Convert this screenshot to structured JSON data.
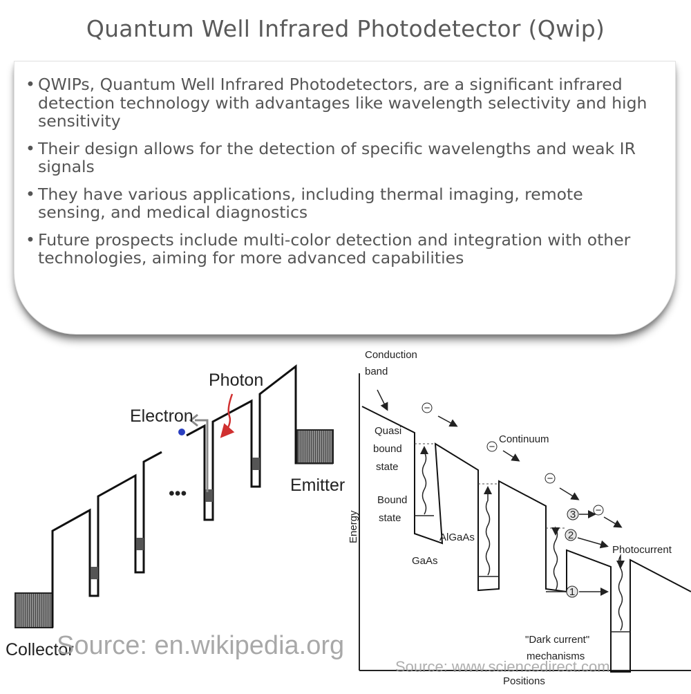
{
  "title": "Quantum Well Infrared Photodetector (Qwip)",
  "bullets": [
    "QWIPs, Quantum Well Infrared Photodetectors, are a significant infrared detection technology with advantages like wavelength selectivity and high sensitivity",
    "Their design allows for the detection of specific wavelengths and weak IR signals",
    "They have various applications, including thermal imaging, remote sensing, and medical diagnostics",
    "Future prospects include multi-color detection and integration with other technologies, aiming for more advanced capabilities"
  ],
  "left_diagram": {
    "photon": "Photon",
    "electron": "Electron",
    "emitter": "Emitter",
    "collector": "Collector",
    "ellipsis": "•••",
    "source": "Source: en.wikipedia.org"
  },
  "right_diagram": {
    "conduction_1": "Conduction",
    "conduction_2": "band",
    "quasi_1": "Quasi",
    "quasi_2": "bound",
    "quasi_3": "state",
    "bound_1": "Bound",
    "bound_2": "state",
    "algaas": "AlGaAs",
    "gaas": "GaAs",
    "continuum": "Continuum",
    "photocurrent": "Photocurrent",
    "dark_1": "\"Dark current\"",
    "dark_2": "mechanisms",
    "energy": "Energy",
    "positions": "Positions",
    "electron_symbol": "−",
    "mech_1": "1",
    "mech_2": "2",
    "mech_3": "3",
    "source": "Source: www.sciencedirect.com"
  }
}
